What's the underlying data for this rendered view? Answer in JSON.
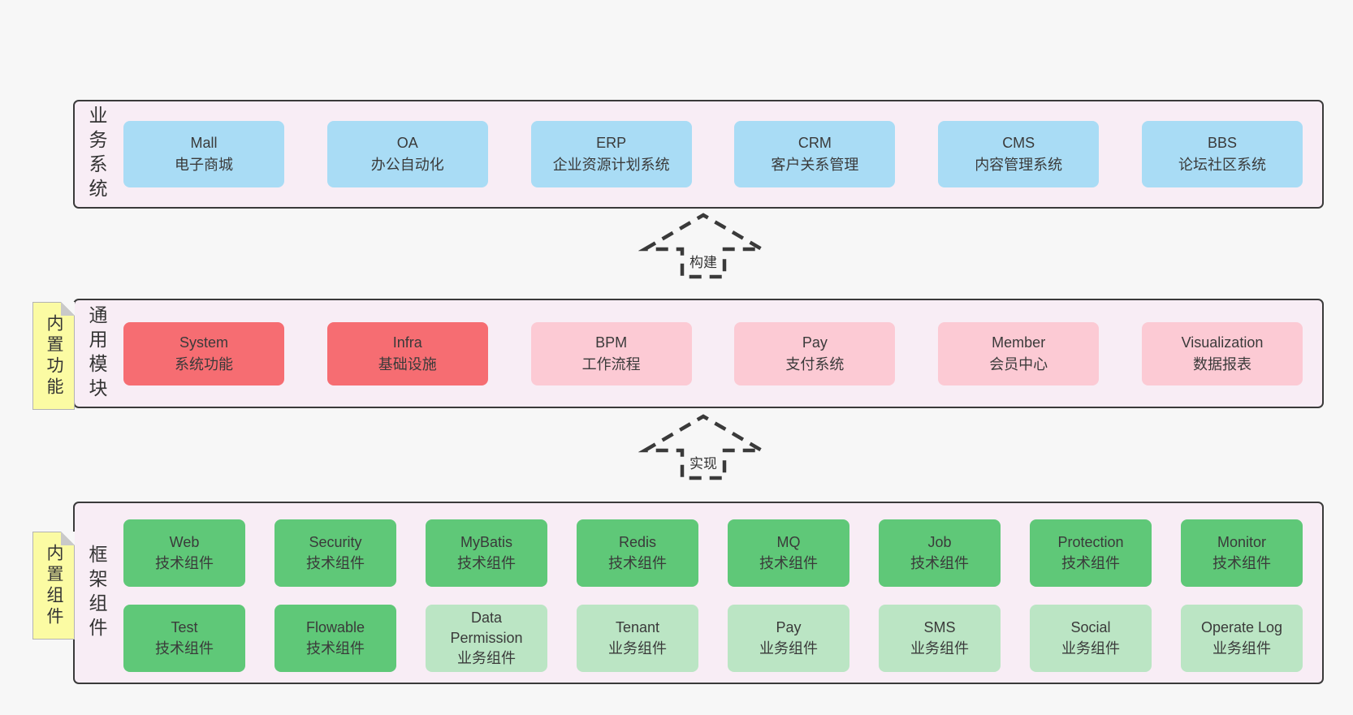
{
  "colors": {
    "page_bg": "#f7f7f7",
    "band_bg": "#f8edf5",
    "band_border": "#3a3a3a",
    "text": "#363636",
    "blue": "#a9dcf5",
    "red": "#f66d72",
    "pink": "#fccad4",
    "green": "#5fc878",
    "green_light": "#bbe5c4",
    "note_bg": "#fbfba3"
  },
  "bands": [
    {
      "label": "业务系统",
      "boxes": [
        {
          "title": "Mall",
          "subtitle": "电子商城"
        },
        {
          "title": "OA",
          "subtitle": "办公自动化"
        },
        {
          "title": "ERP",
          "subtitle": "企业资源计划系统"
        },
        {
          "title": "CRM",
          "subtitle": "客户关系管理"
        },
        {
          "title": "CMS",
          "subtitle": "内容管理系统"
        },
        {
          "title": "BBS",
          "subtitle": "论坛社区系统"
        }
      ]
    },
    {
      "label": "通用模块",
      "note": "内置功能",
      "boxes": [
        {
          "title": "System",
          "subtitle": "系统功能"
        },
        {
          "title": "Infra",
          "subtitle": "基础设施"
        },
        {
          "title": "BPM",
          "subtitle": "工作流程"
        },
        {
          "title": "Pay",
          "subtitle": "支付系统"
        },
        {
          "title": "Member",
          "subtitle": "会员中心"
        },
        {
          "title": "Visualization",
          "subtitle": "数据报表"
        }
      ]
    },
    {
      "label": "框架组件",
      "note": "内置组件",
      "rows": [
        [
          {
            "title": "Web",
            "subtitle": "技术组件"
          },
          {
            "title": "Security",
            "subtitle": "技术组件"
          },
          {
            "title": "MyBatis",
            "subtitle": "技术组件"
          },
          {
            "title": "Redis",
            "subtitle": "技术组件"
          },
          {
            "title": "MQ",
            "subtitle": "技术组件"
          },
          {
            "title": "Job",
            "subtitle": "技术组件"
          },
          {
            "title": "Protection",
            "subtitle": "技术组件"
          },
          {
            "title": "Monitor",
            "subtitle": "技术组件"
          }
        ],
        [
          {
            "title": "Test",
            "subtitle": "技术组件"
          },
          {
            "title": "Flowable",
            "subtitle": "技术组件"
          },
          {
            "title": "Data Permission",
            "subtitle": "业务组件"
          },
          {
            "title": "Tenant",
            "subtitle": "业务组件"
          },
          {
            "title": "Pay",
            "subtitle": "业务组件"
          },
          {
            "title": "SMS",
            "subtitle": "业务组件"
          },
          {
            "title": "Social",
            "subtitle": "业务组件"
          },
          {
            "title": "Operate Log",
            "subtitle": "业务组件"
          }
        ]
      ]
    }
  ],
  "arrows": [
    {
      "label": "构建",
      "direction": "up"
    },
    {
      "label": "实现",
      "direction": "up"
    }
  ]
}
